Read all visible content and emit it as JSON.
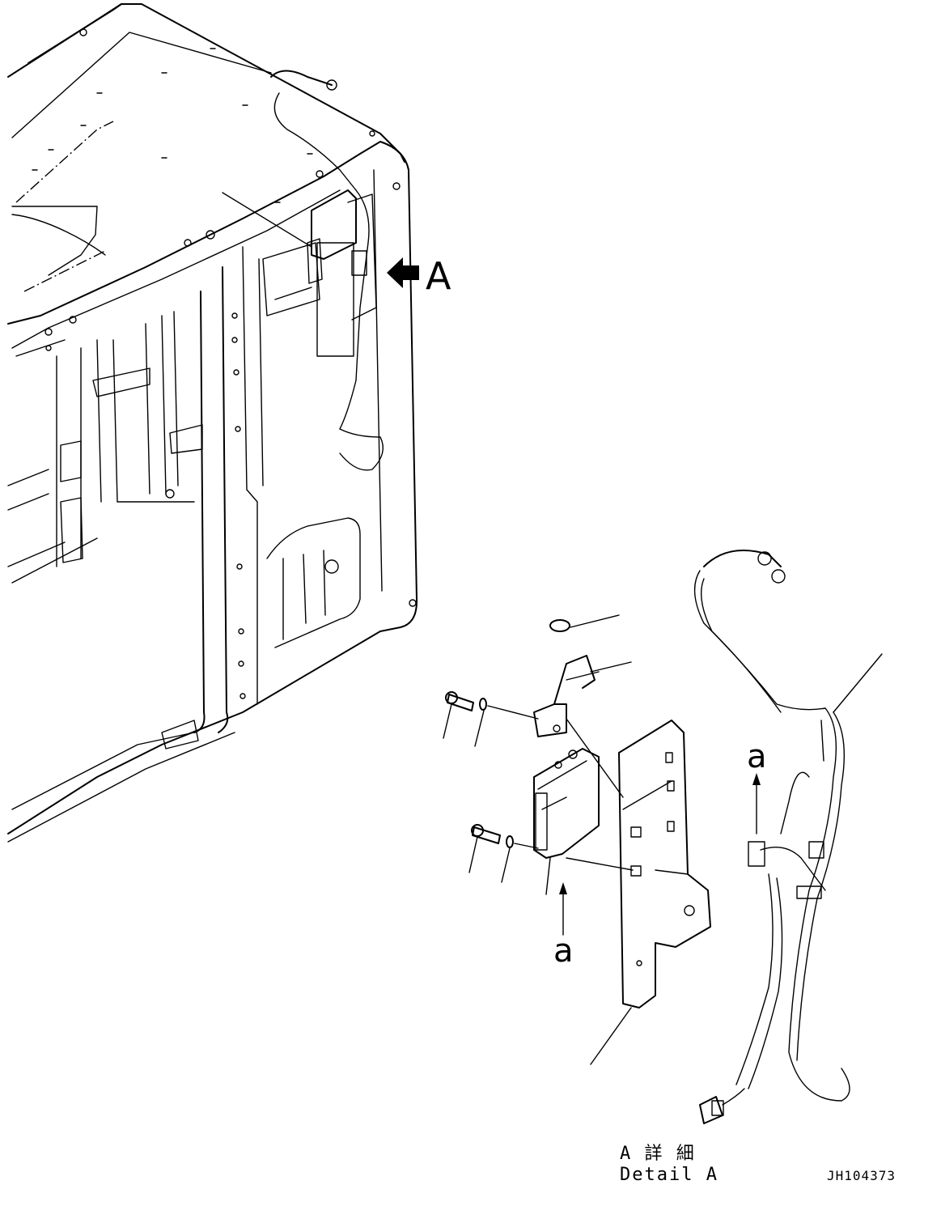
{
  "callouts": {
    "view_arrow_label": "A",
    "detail_arrow_upper_label": "a",
    "detail_arrow_lower_label": "a"
  },
  "caption": {
    "detail_jp": "A 詳 細",
    "detail_en": "Detail A"
  },
  "drawing_code": "JH104373",
  "icons": {
    "view_arrow": "solid-left-arrow-icon",
    "detail_arrow": "up-arrow-icon"
  }
}
